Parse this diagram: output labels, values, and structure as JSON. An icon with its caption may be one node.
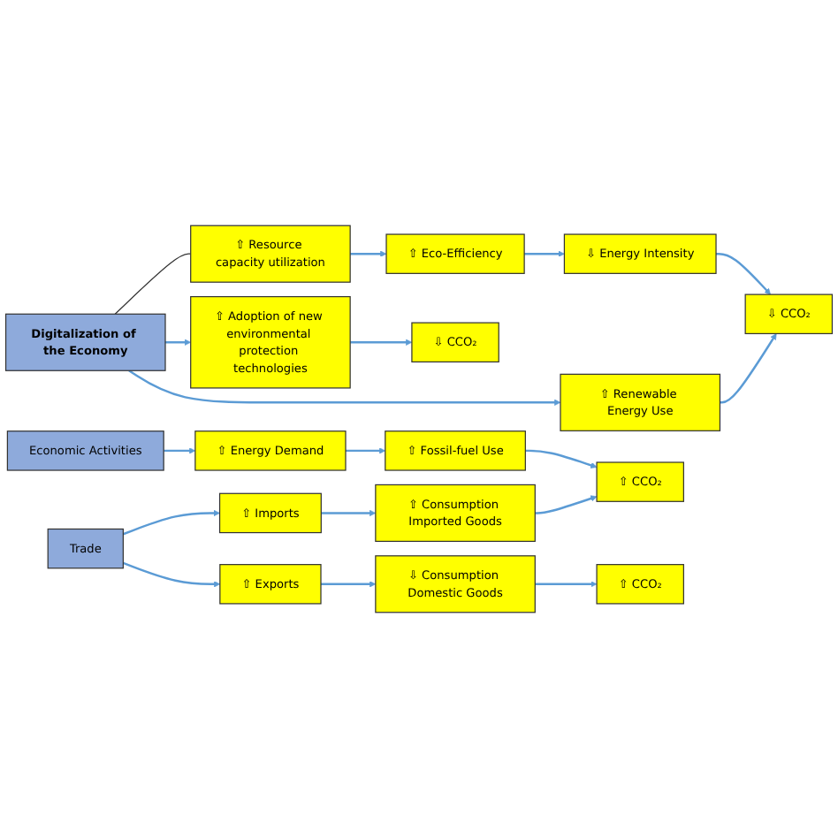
{
  "diagram": {
    "nodes": [
      {
        "text": [
          "⇧ Resource capacity utilization"
        ]
      },
      {
        "text": [
          "⇧ Eco-Efficiency"
        ]
      },
      {
        "text": [
          "⇩ Energy Intensity"
        ]
      },
      {
        "text": [
          "Digitalization of the Economy"
        ]
      },
      {
        "text": [
          "⇧ Renewable Energy Use"
        ]
      },
      {
        "text": [
          "⇩ CCO₂"
        ]
      },
      {
        "text": [
          "⇧ Adoption of new environmental protection technologies"
        ]
      },
      {
        "text": [
          "⇩ CCO₂"
        ]
      },
      {
        "text": [
          "Economic Activities"
        ]
      },
      {
        "text": [
          "⇧ Energy Demand"
        ]
      },
      {
        "text": [
          "⇧ Fossil-fuel Use"
        ]
      },
      {
        "text": [
          "⇧ CCO₂"
        ]
      },
      {
        "text": [
          "Trade"
        ]
      },
      {
        "text": [
          "⇧ Imports"
        ]
      },
      {
        "text": [
          "⇧ Consumption Imported Goods"
        ]
      },
      {
        "text": [
          "⇧ Exports"
        ]
      },
      {
        "text": [
          "⇩ Consumption Domestic Goods"
        ]
      },
      {
        "text": [
          "⇧ CCO₂"
        ]
      }
    ],
    "edges": [
      {
        "from": 3,
        "to": 0,
        "arrow": "none",
        "color": "#333333"
      },
      {
        "from": 0,
        "to": 1,
        "arrow": "to"
      },
      {
        "from": 1,
        "to": 2,
        "arrow": "to"
      },
      {
        "from": 2,
        "to": 5,
        "arrow": "to"
      },
      {
        "from": 3,
        "to": 4,
        "arrow": "to"
      },
      {
        "from": 4,
        "to": 5,
        "arrow": "to"
      },
      {
        "from": 3,
        "to": 6,
        "arrow": "to"
      },
      {
        "from": 6,
        "to": 7,
        "arrow": "to"
      },
      {
        "from": 8,
        "to": 9,
        "arrow": "to"
      },
      {
        "from": 9,
        "to": 10,
        "arrow": "to"
      },
      {
        "from": 10,
        "to": 11,
        "arrow": "to"
      },
      {
        "from": 12,
        "to": 13,
        "arrow": "to"
      },
      {
        "from": 12,
        "to": 15,
        "arrow": "to"
      },
      {
        "from": 13,
        "to": 14,
        "arrow": "to"
      },
      {
        "from": 14,
        "to": 11,
        "arrow": "to"
      },
      {
        "from": 15,
        "to": 16,
        "arrow": "to"
      },
      {
        "from": 16,
        "to": 17,
        "arrow": "to"
      }
    ]
  }
}
